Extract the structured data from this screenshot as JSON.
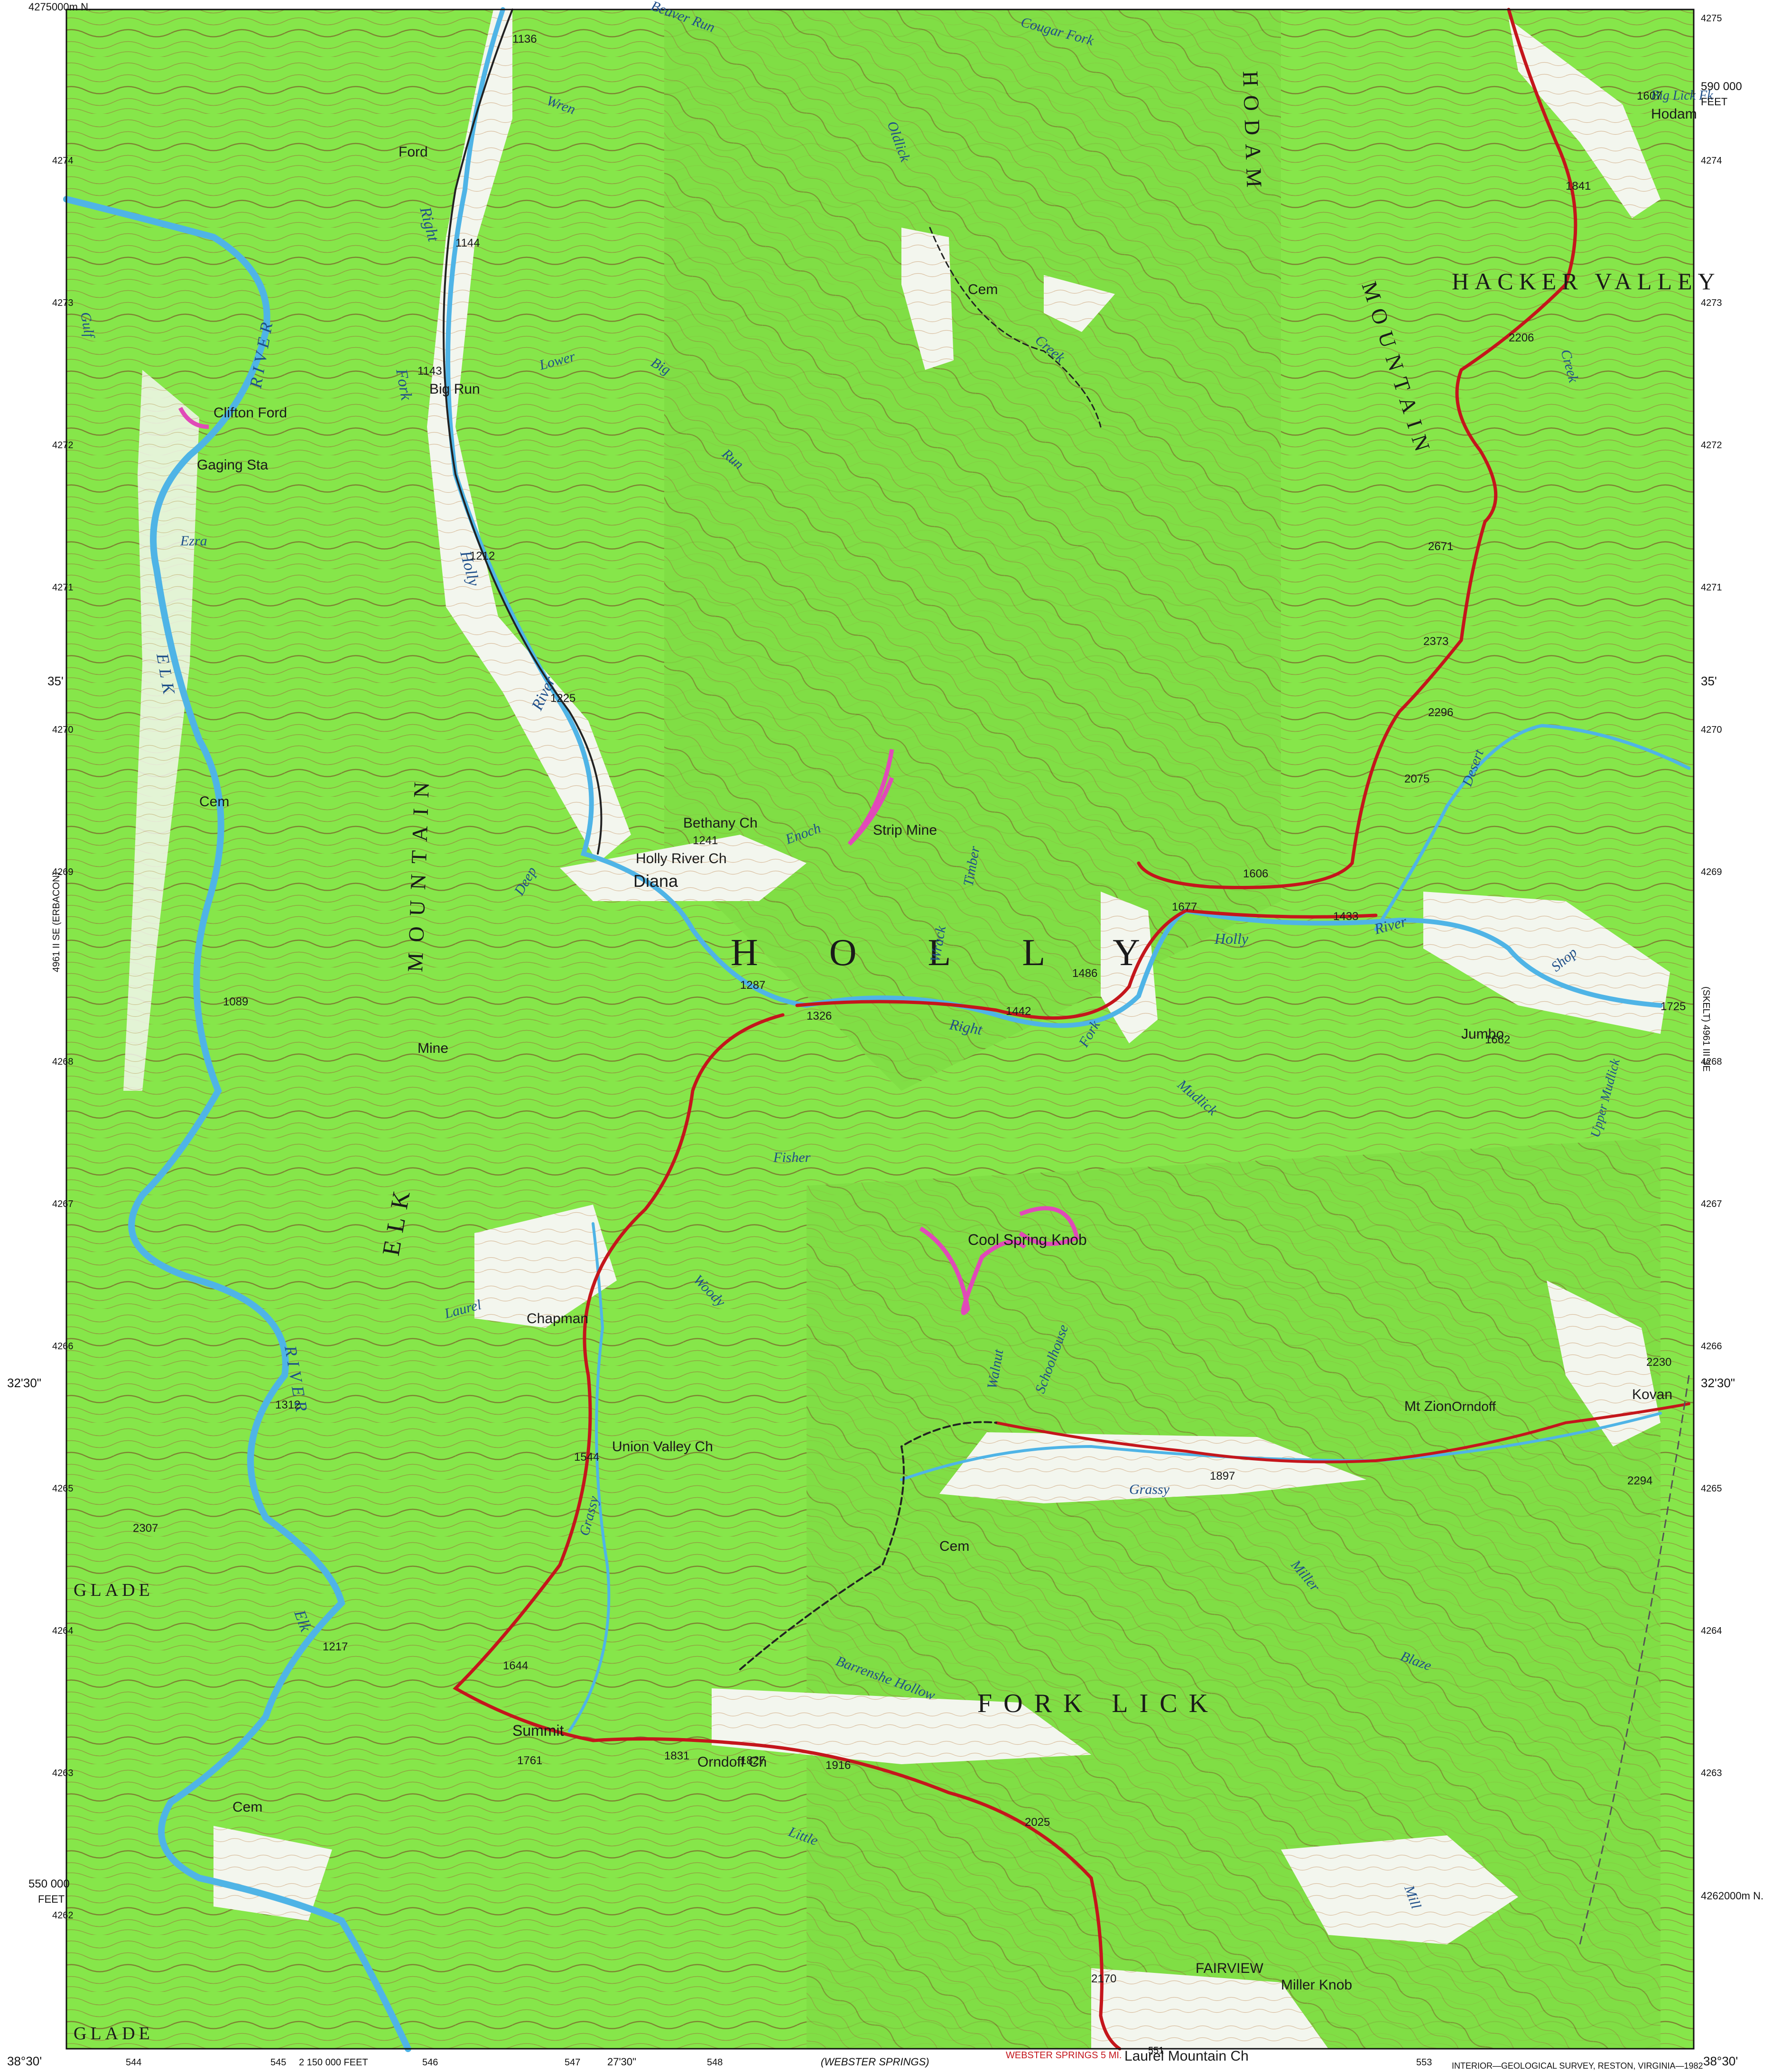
{
  "colors": {
    "woodland": "#86e64a",
    "woodland_dark": "#7ad43f",
    "clearing": "#f3f6ee",
    "contour": "#9a6a3a",
    "contour_index": "#7a4e26",
    "water": "#4fb4e6",
    "road_primary": "#c4161c",
    "road_secondary": "#222222",
    "strip_mine": "#e04ab8",
    "text": "#1a1a1a",
    "hydro_text": "#1f4f8a"
  },
  "places": {
    "diana": "Diana",
    "big_run": "Big Run",
    "hodam": "Hodam",
    "jumbo": "Jumbo",
    "chapman": "Chapman",
    "summit": "Summit",
    "kovan": "Kovan",
    "orndoff": "Orndoff",
    "cool_spring_knob": "Cool Spring Knob",
    "miller_knob": "Miller Knob",
    "clifton_ford": "Clifton Ford",
    "gaging_sta": "Gaging Sta",
    "union_valley_ch": "Union Valley Ch",
    "orndoff_ch": "Orndoff Ch",
    "laurel_mountain_ch": "Laurel Mountain Ch",
    "holly_river_ch": "Holly River Ch",
    "bethany_ch": "Bethany Ch",
    "mt_zion": "Mt Zion",
    "strip_mine": "Strip Mine",
    "cem": "Cem",
    "mine": "Mine",
    "ford": "Ford",
    "fairview": "FAIRVIEW"
  },
  "regions": {
    "holly": "HOLLY",
    "fork_lick": "FORK LICK",
    "hacker_valley": "HACKER VALLEY",
    "elk_mountain": "ELK",
    "mountain": "MOUNTAIN",
    "hodam_mountain": "HODAM",
    "hodam_mountain_2": "MOUNTAIN",
    "glade": "GLADE",
    "glade_2": "GLADE"
  },
  "water": {
    "elk_river": "ELK",
    "elk_river_2": "RIVER",
    "elk_river_3": "RIVER",
    "elk_lower": "Elk",
    "right_fork": "Right",
    "holly_river": "Holly",
    "fork": "Fork",
    "river": "River",
    "right_lower": "Right",
    "holly_lower": "Holly",
    "river_lower": "River",
    "fork_east": "Fork",
    "beaver_run": "Beaver Run",
    "cougar_fork": "Cougar Fork",
    "oldlick": "Oldlick",
    "creek": "Creek",
    "lower_big_run": "Lower",
    "big_run_label": "Big",
    "run": "Run",
    "enoch_run": "Enoch",
    "wrack_timber_run": "Wrack",
    "timber": "Timber",
    "deep_run": "Deep",
    "ezra_run": "Ezra",
    "gulf_run": "Gulf",
    "desert_fork": "Desert",
    "shop_run": "Shop",
    "laurel_fork": "Laurel",
    "grassy_creek": "Grassy",
    "grassy_creek_2": "Grassy",
    "woody_run": "Woody",
    "fisher_run": "Fisher",
    "walnut_run": "Walnut",
    "schoolhouse_run": "Schoolhouse",
    "barrenshe_hollow": "Barrenshe Hollow",
    "little_grassy_creek": "Little",
    "miller_blaze": "Miller",
    "blaze_fork": "Blaze",
    "mill_run": "Mill",
    "big_lick_fk": "Big Lick Fk",
    "hackers_creek": "Creek",
    "upper_mudlick": "Upper Mudlick",
    "mudlick": "Mudlick",
    "wren_run": "Wren"
  },
  "elevations": {
    "bm_1241": "1241",
    "bm_1287": "1287",
    "bm_1326": "1326",
    "bm_1442": "1442",
    "bm_1486": "1486",
    "bm_1606": "1606",
    "bm_1677": "1677",
    "bm_2075": "2075",
    "bm_2296": "2296",
    "bm_2373": "2373",
    "bm_2671": "2671",
    "bm_2206": "2206",
    "bm_1841": "1841",
    "bm_1607": "1607",
    "bm_1144": "1144",
    "bm_1143": "1143",
    "bm_1212": "1212",
    "bm_1225": "1225",
    "bm_1136": "1136",
    "bm_1089": "1089",
    "bm_1217": "1217",
    "bm_1312": "1312",
    "bm_1544": "1544",
    "bm_1761": "1761",
    "bm_1831": "1831",
    "bm_1916": "1916",
    "bm_2025": "2025",
    "bm_2170": "2170",
    "bm_1897": "1897",
    "bm_2294": "2294",
    "bm_2230": "2230",
    "bm_2307": "2307",
    "bm_1662": "1662",
    "bm_1725": "1725",
    "bm_1433": "1433",
    "bm_1827": "1827",
    "bm_1644": "1644"
  },
  "ticks": {
    "top_left": "4275000m N.",
    "right_590000": "590 000",
    "right_feet": "FEET",
    "left_550000": "550 000",
    "left_feet": "FEET",
    "lat_35": "35'",
    "lat_35_r": "35'",
    "lat_3230_l": "32'30\"",
    "lat_3230_r": "32'30\"",
    "lat_3830_l": "38°30'",
    "lat_3830_r": "38°30'",
    "right_bottom_n": "4262000m N.",
    "left_4275": "4275",
    "left_4274": "4274",
    "left_4273": "4273",
    "left_4272": "4272",
    "left_4271": "4271",
    "left_4270": "4270",
    "left_4269": "4269",
    "left_4268": "4268",
    "left_4267": "4267",
    "left_4266": "4266",
    "left_4265": "4265",
    "left_4264": "4264",
    "left_4263": "4263",
    "left_4262": "4262",
    "right_4275": "4275",
    "right_4274": "4274",
    "right_4273": "4273",
    "right_4272": "4272",
    "right_4271": "4271",
    "right_4270": "4270",
    "right_4269": "4269",
    "right_4268": "4268",
    "right_4267": "4267",
    "right_4266": "4266",
    "right_4265": "4265",
    "right_4264": "4264",
    "right_4263": "4263",
    "b_544": "544",
    "b_545": "545",
    "b_2150000": "2 150 000 FEET",
    "b_546": "546",
    "b_547": "547",
    "b_2730": "27'30\"",
    "b_548": "548",
    "b_webster": "(WEBSTER SPRINGS)",
    "b_webster2": "WEBSTER SPRINGS 5 MI.",
    "b_551": "551",
    "b_553": "553",
    "left_adjoin": "4961 II SE (ERBACON)",
    "right_adjoin": "(SKELT) 4961 III SE",
    "printer": "INTERIOR—GEOLOGICAL SURVEY, RESTON, VIRGINIA—1982"
  }
}
